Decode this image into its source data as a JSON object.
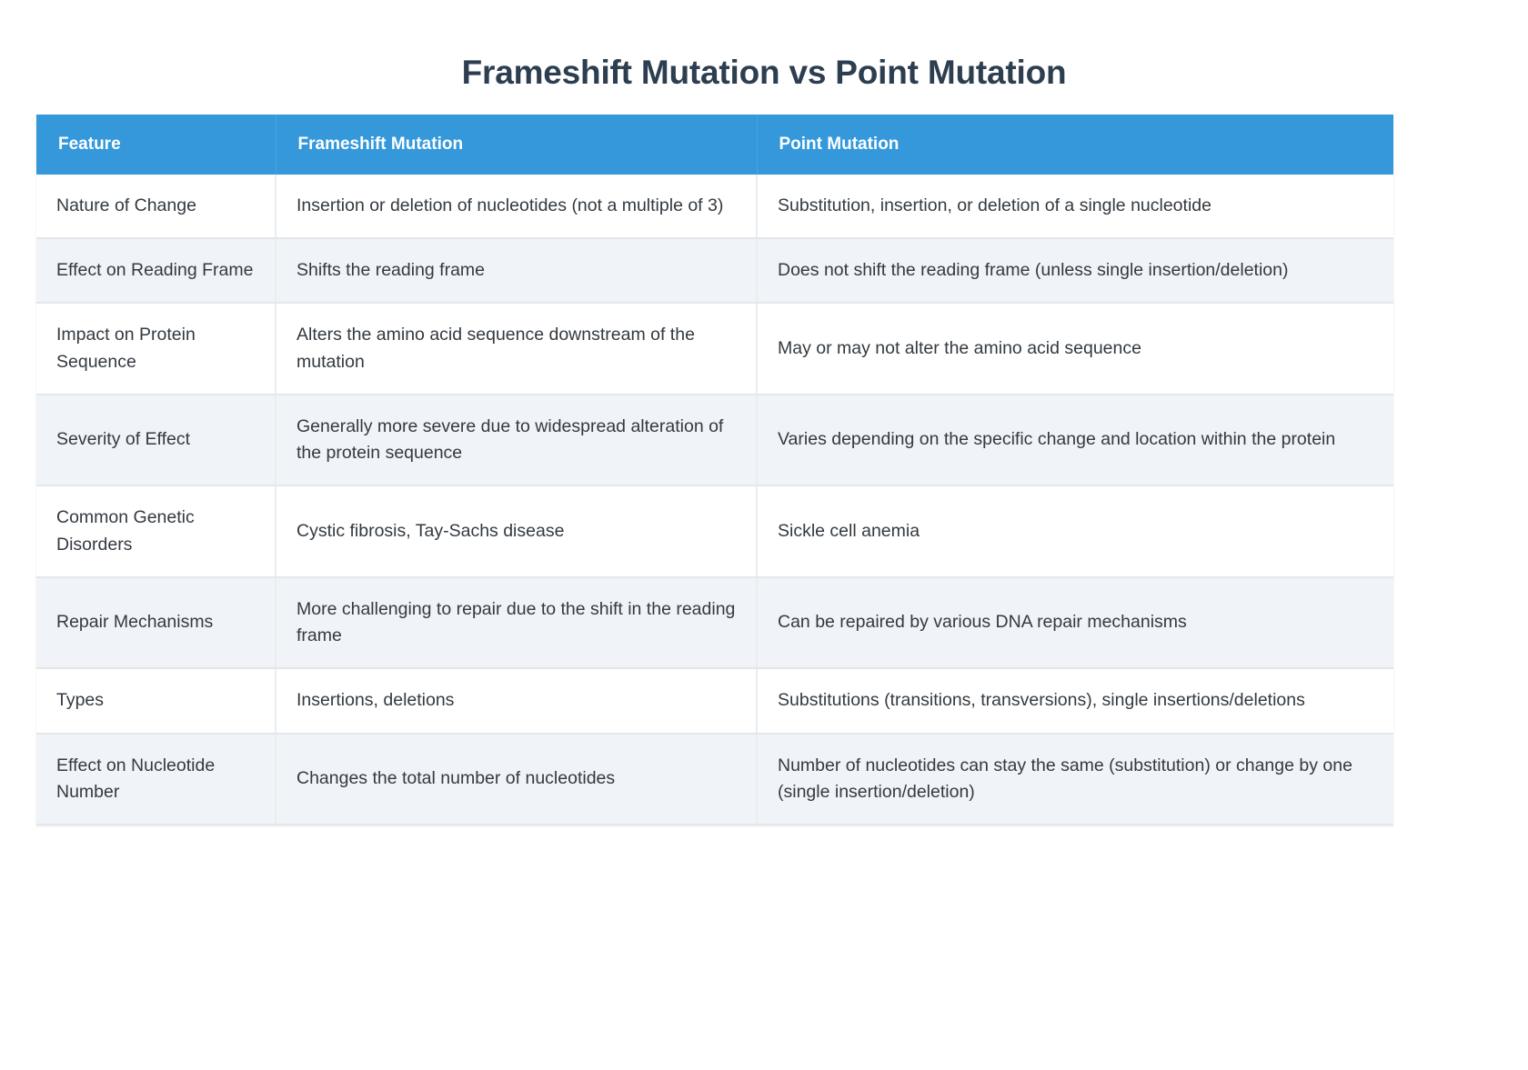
{
  "page": {
    "title": "Frameshift Mutation vs Point Mutation",
    "accent_color": "#3498db",
    "title_color": "#2c3e50",
    "alt_row_color": "#f0f4f8",
    "text_color": "#333a40"
  },
  "table": {
    "headers": [
      "Feature",
      "Frameshift Mutation",
      "Point Mutation"
    ],
    "rows": [
      {
        "feature": "Nature of Change",
        "frameshift": "Insertion or deletion of nucleotides (not a multiple of 3)",
        "point": "Substitution, insertion, or deletion of a single nucleotide"
      },
      {
        "feature": "Effect on Reading Frame",
        "frameshift": "Shifts the reading frame",
        "point": "Does not shift the reading frame (unless single insertion/deletion)"
      },
      {
        "feature": "Impact on Protein Sequence",
        "frameshift": "Alters the amino acid sequence downstream of the mutation",
        "point": "May or may not alter the amino acid sequence"
      },
      {
        "feature": "Severity of Effect",
        "frameshift": "Generally more severe due to widespread alteration of the protein sequence",
        "point": "Varies depending on the specific change and location within the protein"
      },
      {
        "feature": "Common Genetic Disorders",
        "frameshift": "Cystic fibrosis, Tay-Sachs disease",
        "point": "Sickle cell anemia"
      },
      {
        "feature": "Repair Mechanisms",
        "frameshift": "More challenging to repair due to the shift in the reading frame",
        "point": "Can be repaired by various DNA repair mechanisms"
      },
      {
        "feature": "Types",
        "frameshift": "Insertions, deletions",
        "point": "Substitutions (transitions, transversions), single insertions/deletions"
      },
      {
        "feature": "Effect on Nucleotide Number",
        "frameshift": "Changes the total number of nucleotides",
        "point": "Number of nucleotides can stay the same (substitution) or change by one (single insertion/deletion)"
      }
    ]
  }
}
